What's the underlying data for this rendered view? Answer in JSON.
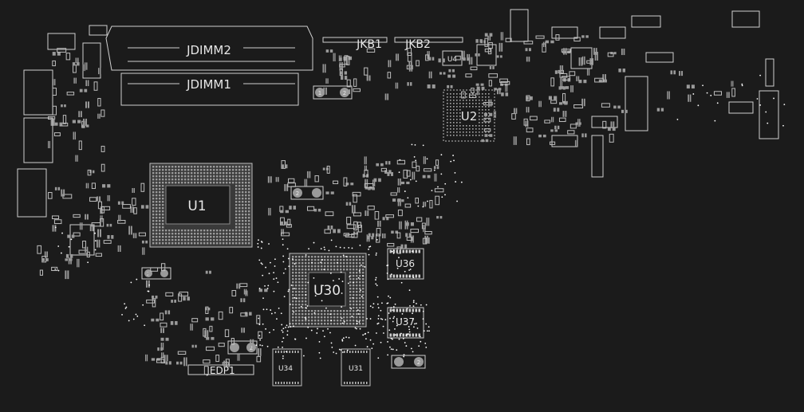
{
  "colors": {
    "background": "#1b1b1b",
    "outline": "#cfcfcf",
    "pad": "#8a8a8a",
    "via": "#ffffff",
    "text": "#e6e6e6"
  },
  "components": {
    "jdimm2": "JDIMM2",
    "jdimm1": "JDIMM1",
    "jkb1": "JKB1",
    "jkb2": "JKB2",
    "u4": "U4",
    "u2": "U2",
    "u1": "U1",
    "u30": "U30",
    "u36": "U36",
    "u37": "U37",
    "u34": "U34",
    "u31": "U31",
    "jedp1": "JEDP1"
  },
  "pin_marks": {
    "one": "1",
    "two": "2"
  }
}
